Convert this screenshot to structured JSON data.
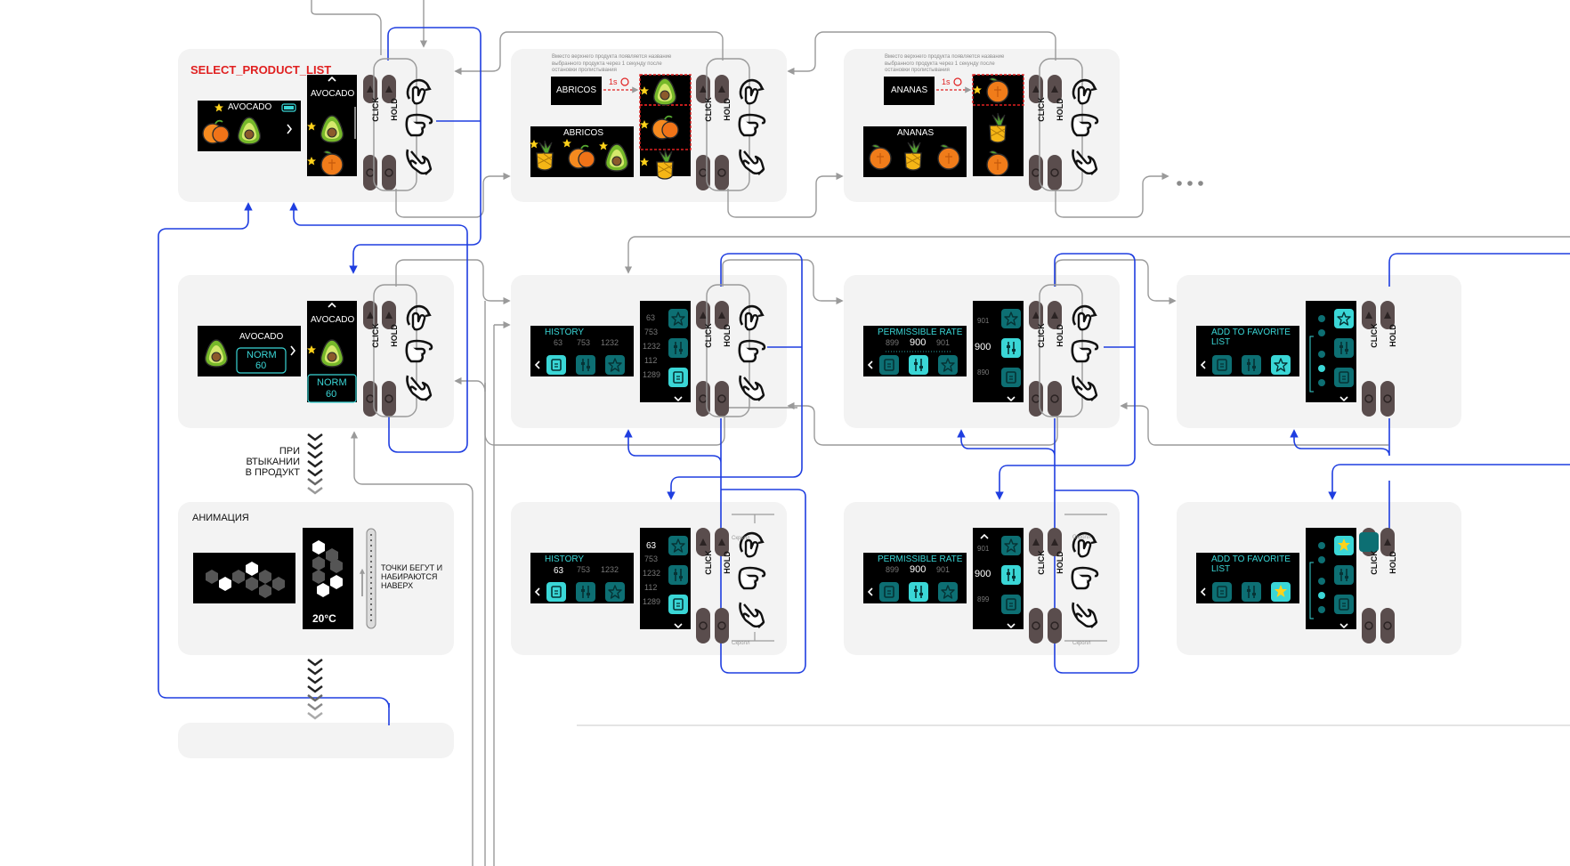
{
  "colors": {
    "card": "#f3f3f3",
    "screen": "#000000",
    "teal": "#19b9b9",
    "teal_light": "#3ad6d6",
    "teal_dark": "#0d6f73",
    "blue_connector": "#1f3ee0",
    "gray_connector": "#9a9a9a",
    "red_label": "#e02020",
    "button": "#5a4d4d",
    "star": "#ffd21a"
  },
  "icons": {
    "gesture_rotate": "finger-rotate-icon",
    "gesture_tap": "finger-tap-icon",
    "gesture_swipe": "finger-swipe-icon",
    "battery": "battery-icon",
    "clock": "clock-icon",
    "star": "star-icon"
  },
  "labels": {
    "select_product_list": "SELECT_PRODUCT_LIST",
    "click": "CLICK",
    "hold": "HOLD",
    "avocado": "AVOCADO",
    "abricos": "ABRICOS",
    "ananas": "ANANAS",
    "norm": "NORM",
    "norm_value": "60",
    "delay": "1s",
    "note": "Вместо верхнего продукта появляется название выбранного продукта через 1 секунду после остановки пролистывания",
    "ellipsis": "•••",
    "insert_note": "ПРИ ВТЫКАНИИ В ПРОДУКТ",
    "animation": "АНИМАЦИЯ",
    "temperature": "20°C",
    "dots_note": "ТОЧКИ БЕГУТ И НАБИРАЮТСЯ НАВЕРХ",
    "history": "HISTORY",
    "permissible_rate": "PERMISSIBLE RATE",
    "add_to_favorite": "ADD TO FAVORITE LIST",
    "scroll_up": "Скролл",
    "scroll_down": "Скролл",
    "scroll_label": "Скролл"
  },
  "history": {
    "values_row": [
      "63",
      "753",
      "1232"
    ],
    "list": [
      "63",
      "753",
      "1232",
      "112",
      "1289"
    ]
  },
  "permissible_rate": {
    "values_row": [
      "899",
      "900",
      "901"
    ],
    "list": [
      "901",
      "900",
      "890"
    ],
    "list2": [
      "901",
      "900",
      "899"
    ],
    "current": "900"
  }
}
